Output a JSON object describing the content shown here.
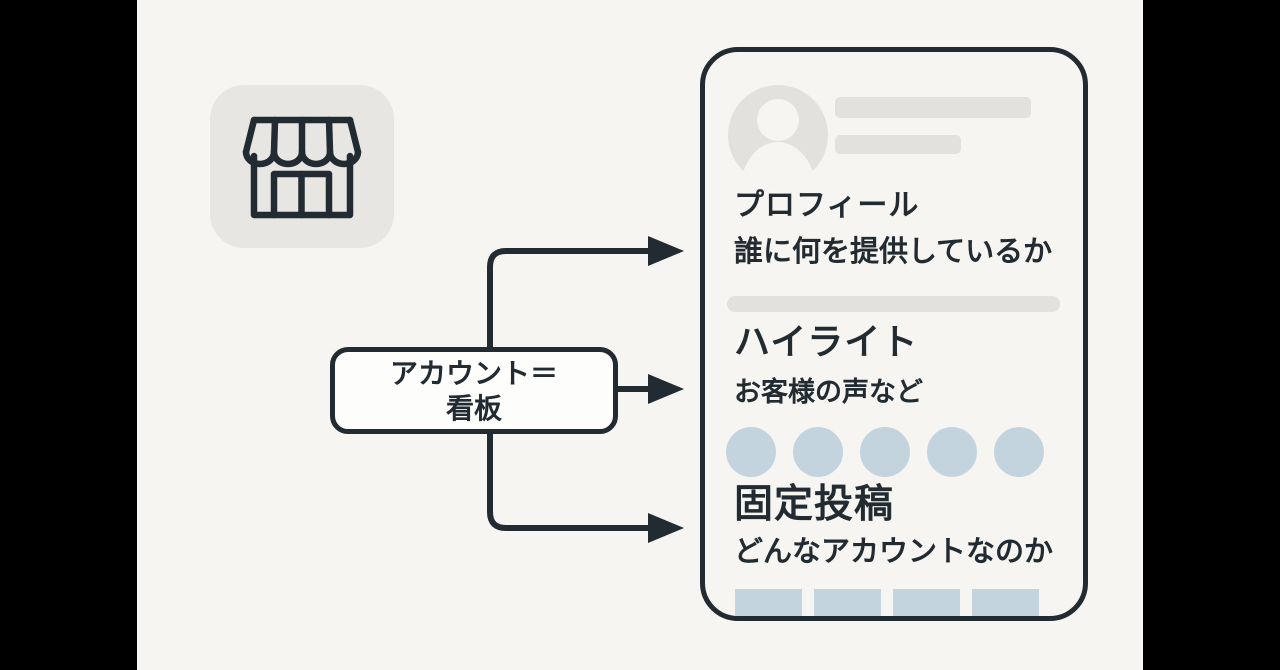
{
  "palette": {
    "pillarbox": "#000000",
    "bg": "#f6f5f1",
    "ink": "#212b31",
    "tile_bg": "#e7e6e3",
    "placeholder": "#e2e1de",
    "accent_blue": "#c4d4de",
    "box_bg": "#fdfdfb"
  },
  "label_box": {
    "line1": "アカウント＝",
    "line2": "看板"
  },
  "phone": {
    "profile": {
      "title": "プロフィール",
      "subtitle": "誰に何を提供しているか"
    },
    "highlights": {
      "title": "ハイライト",
      "subtitle": "お客様の声など",
      "circle_count": 5
    },
    "pinned": {
      "title": "固定投稿",
      "subtitle": "どんなアカウントなのか",
      "square_count": 4
    }
  }
}
